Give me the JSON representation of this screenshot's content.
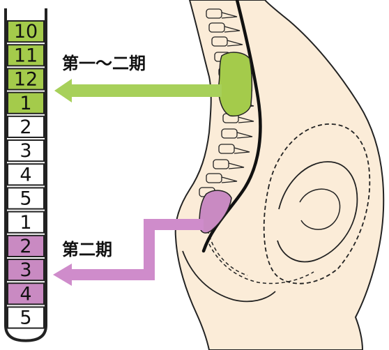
{
  "colors": {
    "green": "#a4cb4b",
    "green_arrow": "#a7d05a",
    "purple": "#c98ac2",
    "purple_arrow": "#cf8ccb",
    "skin": "#fbecd8",
    "outline": "#222222",
    "white": "#ffffff"
  },
  "column": {
    "segments": [
      {
        "label": "10",
        "color": "green"
      },
      {
        "label": "11",
        "color": "green"
      },
      {
        "label": "12",
        "color": "green"
      },
      {
        "label": "1",
        "color": "green"
      },
      {
        "label": "2",
        "color": "white"
      },
      {
        "label": "3",
        "color": "white"
      },
      {
        "label": "4",
        "color": "white"
      },
      {
        "label": "5",
        "color": "white"
      },
      {
        "label": "1",
        "color": "white"
      },
      {
        "label": "2",
        "color": "purple"
      },
      {
        "label": "3",
        "color": "purple"
      },
      {
        "label": "4",
        "color": "purple"
      },
      {
        "label": "5",
        "color": "white"
      }
    ]
  },
  "labels": {
    "upper": "第一～二期",
    "lower": "第二期"
  },
  "icons": {
    "upper_arrow": "arrow-left-icon",
    "lower_arrow": "elbow-arrow-left-icon"
  }
}
